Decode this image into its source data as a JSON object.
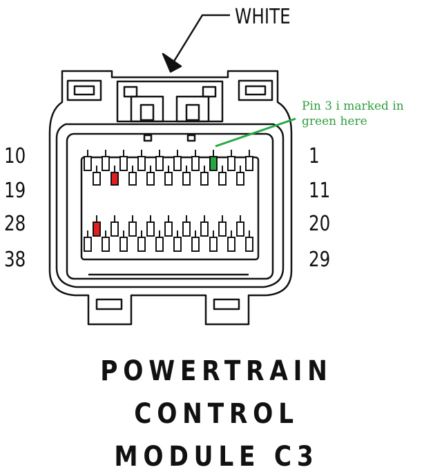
{
  "wire_color_label": "WHITE",
  "callout": {
    "line1": "Pin 3 i marked in",
    "line2": "green here"
  },
  "pin_labels": {
    "row1_left": "10",
    "row1_right": "1",
    "row2_left": "19",
    "row2_right": "11",
    "row3_left": "28",
    "row3_right": "20",
    "row4_left": "38",
    "row4_right": "29"
  },
  "title": {
    "line1": "POWERTRAIN",
    "line2": "CONTROL",
    "line3": "MODULE C3"
  },
  "colors": {
    "line": "#111111",
    "highlight_green": "#27a744",
    "highlight_red": "#e02020",
    "callout_text": "#2e9c3e"
  },
  "highlighted_pins": [
    {
      "pin": "3",
      "color": "green"
    },
    {
      "pin": "18",
      "color": "red"
    },
    {
      "pin": "28",
      "color": "red"
    }
  ]
}
